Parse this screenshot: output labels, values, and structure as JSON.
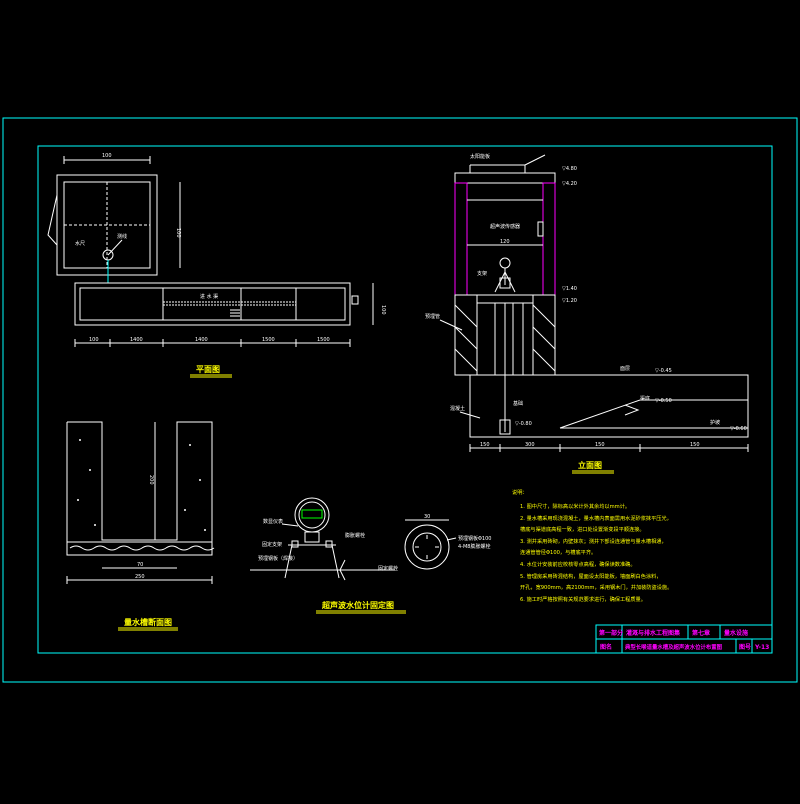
{
  "colors": {
    "background": "#000000",
    "frame": "#00ffff",
    "lines": "#ffffff",
    "titles": "#ffff00",
    "title_block": "#ff00ff"
  },
  "plan_view": {
    "title": "平面图",
    "labels": {
      "top_width": "100",
      "right_height": "100",
      "pipe_label": "水尺",
      "cable_label": "测线",
      "channel_label": "进 水 渠",
      "channel_right": "100"
    },
    "bottom_dims": [
      "100",
      "1400",
      "1400",
      "1500",
      "1500"
    ]
  },
  "elevation_view": {
    "title": "立面图",
    "elevations": [
      "▽4.80",
      "▽4.20",
      "▽1.40",
      "▽1.20",
      "▽-0.45",
      "▽-0.80",
      "▽-0.60",
      "▽-0.50"
    ],
    "labels": {
      "top": "太阳能板",
      "equipment": "超声波传感器",
      "inner_width": "120",
      "worker": "支架",
      "left": "预埋管",
      "slope": "渠底",
      "right": "面层",
      "bottom_left": "混凝土",
      "bottom_mid": "基础",
      "bottom_right": "护坡"
    },
    "bottom_dims": [
      "150",
      "300",
      "150",
      "150"
    ]
  },
  "section_view": {
    "title": "量水槽断面图",
    "labels": {
      "height": "200",
      "inner": "70",
      "total": "250"
    }
  },
  "detail_view": {
    "title": "超声波水位计固定图",
    "labels": {
      "top": "数显仪表",
      "bracket": "固定支架",
      "bolt": "膨胀螺栓",
      "base_left": "预埋钢板（焊接）",
      "circle_top": "30",
      "circle_right_1": "预埋钢板Φ100",
      "circle_right_2": "4-M8膨胀螺栓",
      "circle_left": "固定螺栓"
    }
  },
  "notes": {
    "heading": "说明：",
    "lines": [
      "1. 图中尺寸，除标高以米计外其余均以mm计。",
      "2. 量水槽采用现浇混凝土，量水槽内表面需用水泥砂浆抹平压光，",
      "   槽底与渠道底高程一致，进口处设置渐变段平顺连接。",
      "3. 测井采用砖砌，内壁抹灰；测井下部设连通管与量水槽相通，",
      "   连通管管径Φ100，与槽底平齐。",
      "4. 水位计安装前应校核零点高程，确保读数准确。",
      "5. 管理房采用砖混结构，屋面设太阳能板，墙面刷白色涂料，",
      "   开孔，宽900mm，高2100mm，采用钢木门，并加装防盗设施。",
      "6. 施工时严格按照有关规范要求进行，确保工程质量。"
    ]
  },
  "title_block": {
    "row1": [
      "第一部分",
      "灌溉与排水工程图集",
      "第七章",
      "量水设施"
    ],
    "row2_label": "图名",
    "row2_title": "典型长喉道量水槽及超声波水位计布置图",
    "drawing_no_label": "图号",
    "drawing_no": "Y-13"
  }
}
